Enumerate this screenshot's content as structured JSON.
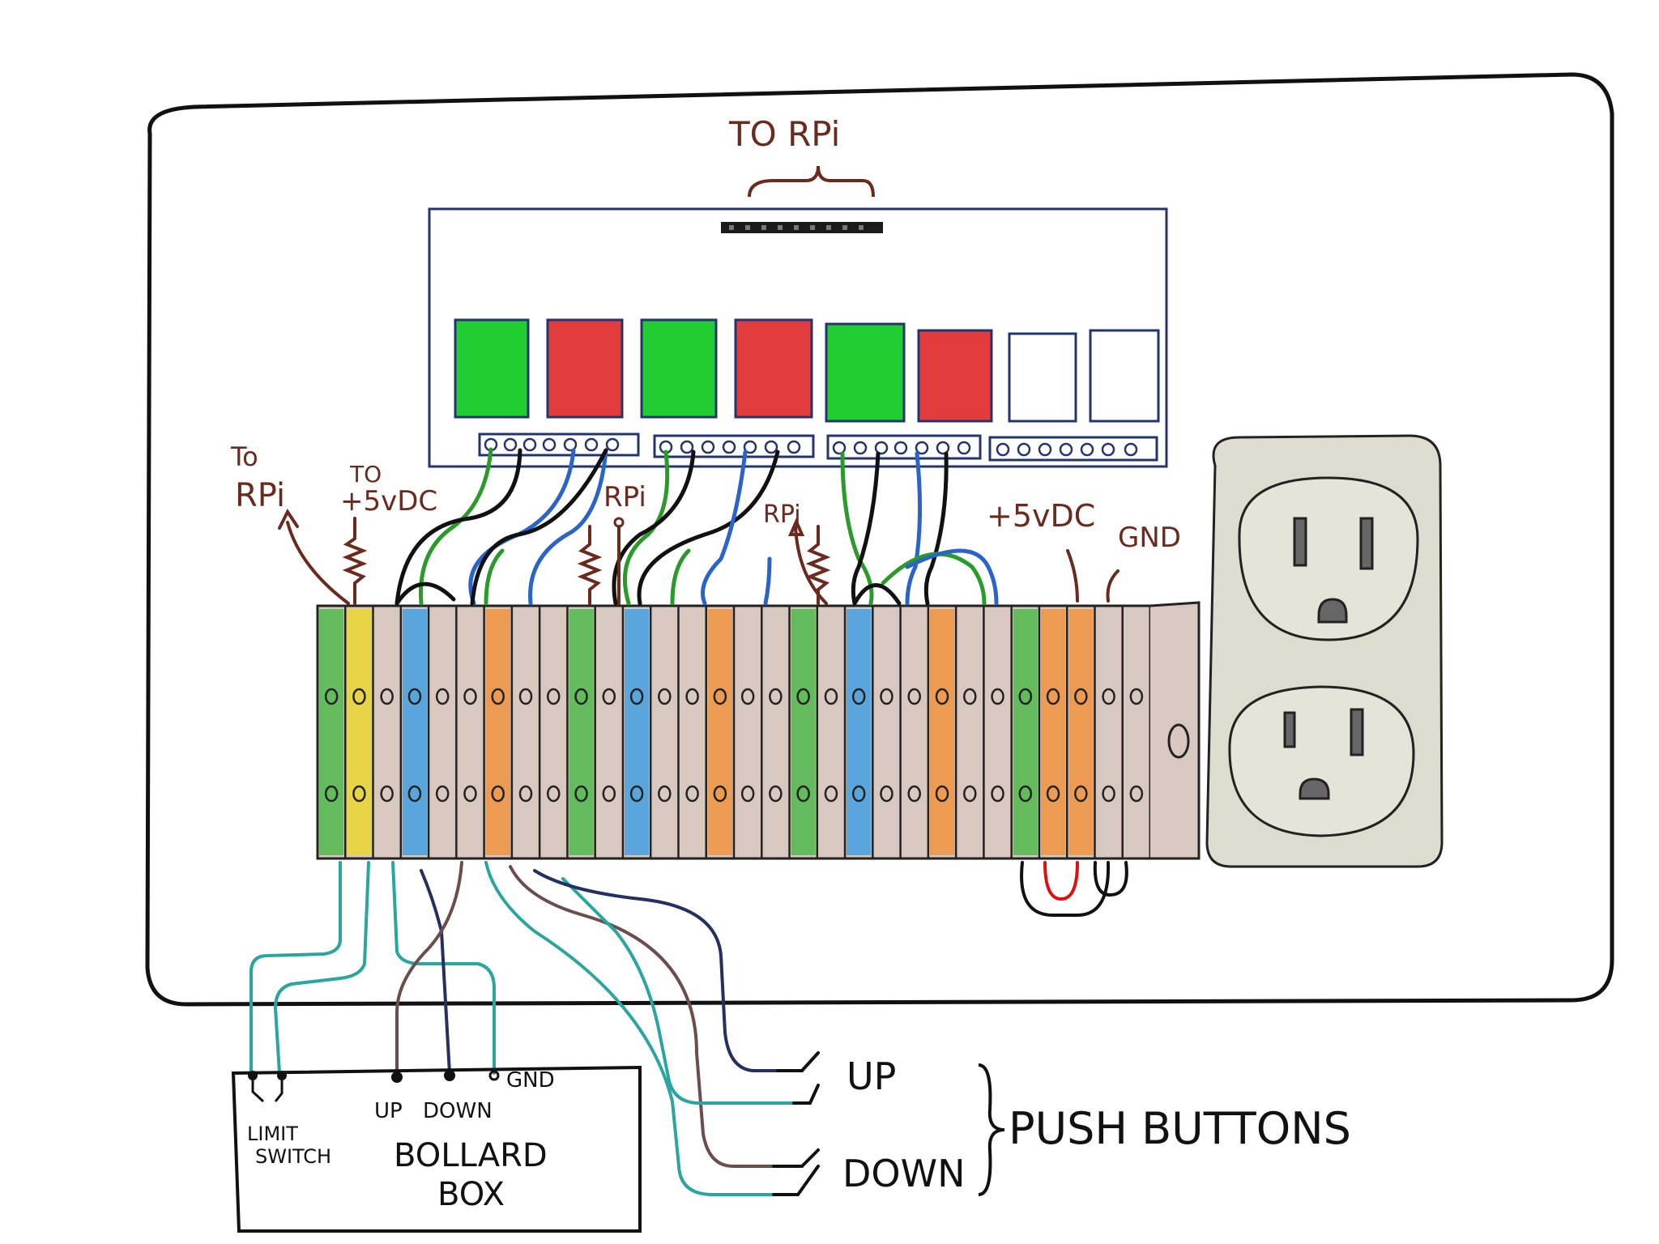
{
  "labels": {
    "to_rpi_top": "TO RPi",
    "to_rpi_left_to": "To",
    "to_rpi_left_rpi": "RPi",
    "to_5vdc_to": "TO",
    "to_5vdc_val": "+5vDC",
    "rpi_mid1": "RPi",
    "rpi_mid2": "RPi",
    "plus_5vdc": "+5vDC",
    "gnd_right": "GND"
  },
  "bollard_box": {
    "title_line1": "BOLLARD",
    "title_line2": "BOX",
    "limit_line1": "LIMIT",
    "limit_line2": "SWITCH",
    "up": "UP",
    "down": "DOWN",
    "gnd": "GND"
  },
  "push_buttons": {
    "group_label": "PUSH BUTTONS",
    "up": "UP",
    "down": "DOWN"
  },
  "relays": [
    {
      "state": "on",
      "color": "#22cc33"
    },
    {
      "state": "off",
      "color": "#e23c3c"
    },
    {
      "state": "on",
      "color": "#22cc33"
    },
    {
      "state": "off",
      "color": "#e23c3c"
    },
    {
      "state": "on",
      "color": "#22cc33"
    },
    {
      "state": "off",
      "color": "#e23c3c"
    },
    {
      "state": "unused",
      "color": "#ffffff"
    },
    {
      "state": "unused",
      "color": "#ffffff"
    }
  ],
  "terminal_strip_colors": [
    "#4fb84b",
    "#e8d530",
    "#d9c8bf",
    "#43a0e0",
    "#d9c8bf",
    "#d9c8bf",
    "#f09340",
    "#d9c8bf",
    "#d9c8bf",
    "#4fb84b",
    "#d9c8bf",
    "#43a0e0",
    "#d9c8bf",
    "#d9c8bf",
    "#f09340",
    "#d9c8bf",
    "#d9c8bf",
    "#4fb84b",
    "#d9c8bf",
    "#43a0e0",
    "#d9c8bf",
    "#d9c8bf",
    "#f09340",
    "#d9c8bf",
    "#d9c8bf",
    "#4fb84b",
    "#f09340",
    "#f09340",
    "#d9c8bf",
    "#d9c8bf"
  ]
}
